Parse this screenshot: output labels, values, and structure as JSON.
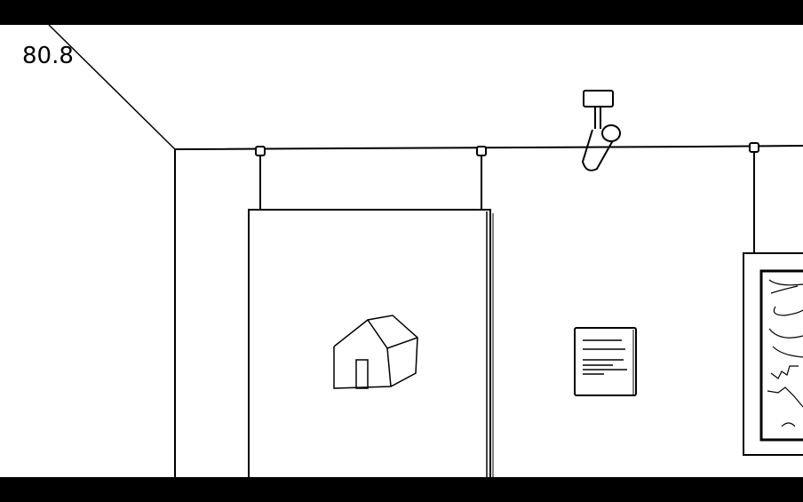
{
  "hud": {
    "distance_readout": "80.8"
  },
  "colors": {
    "ink": "#000000",
    "paper": "#ffffff",
    "letterbox": "#000000"
  },
  "scene": {
    "objects": [
      "hanging-rail",
      "blank-panel-with-house-sketch",
      "wall-label-card",
      "framed-map-artwork",
      "ceiling-spotlight"
    ]
  }
}
